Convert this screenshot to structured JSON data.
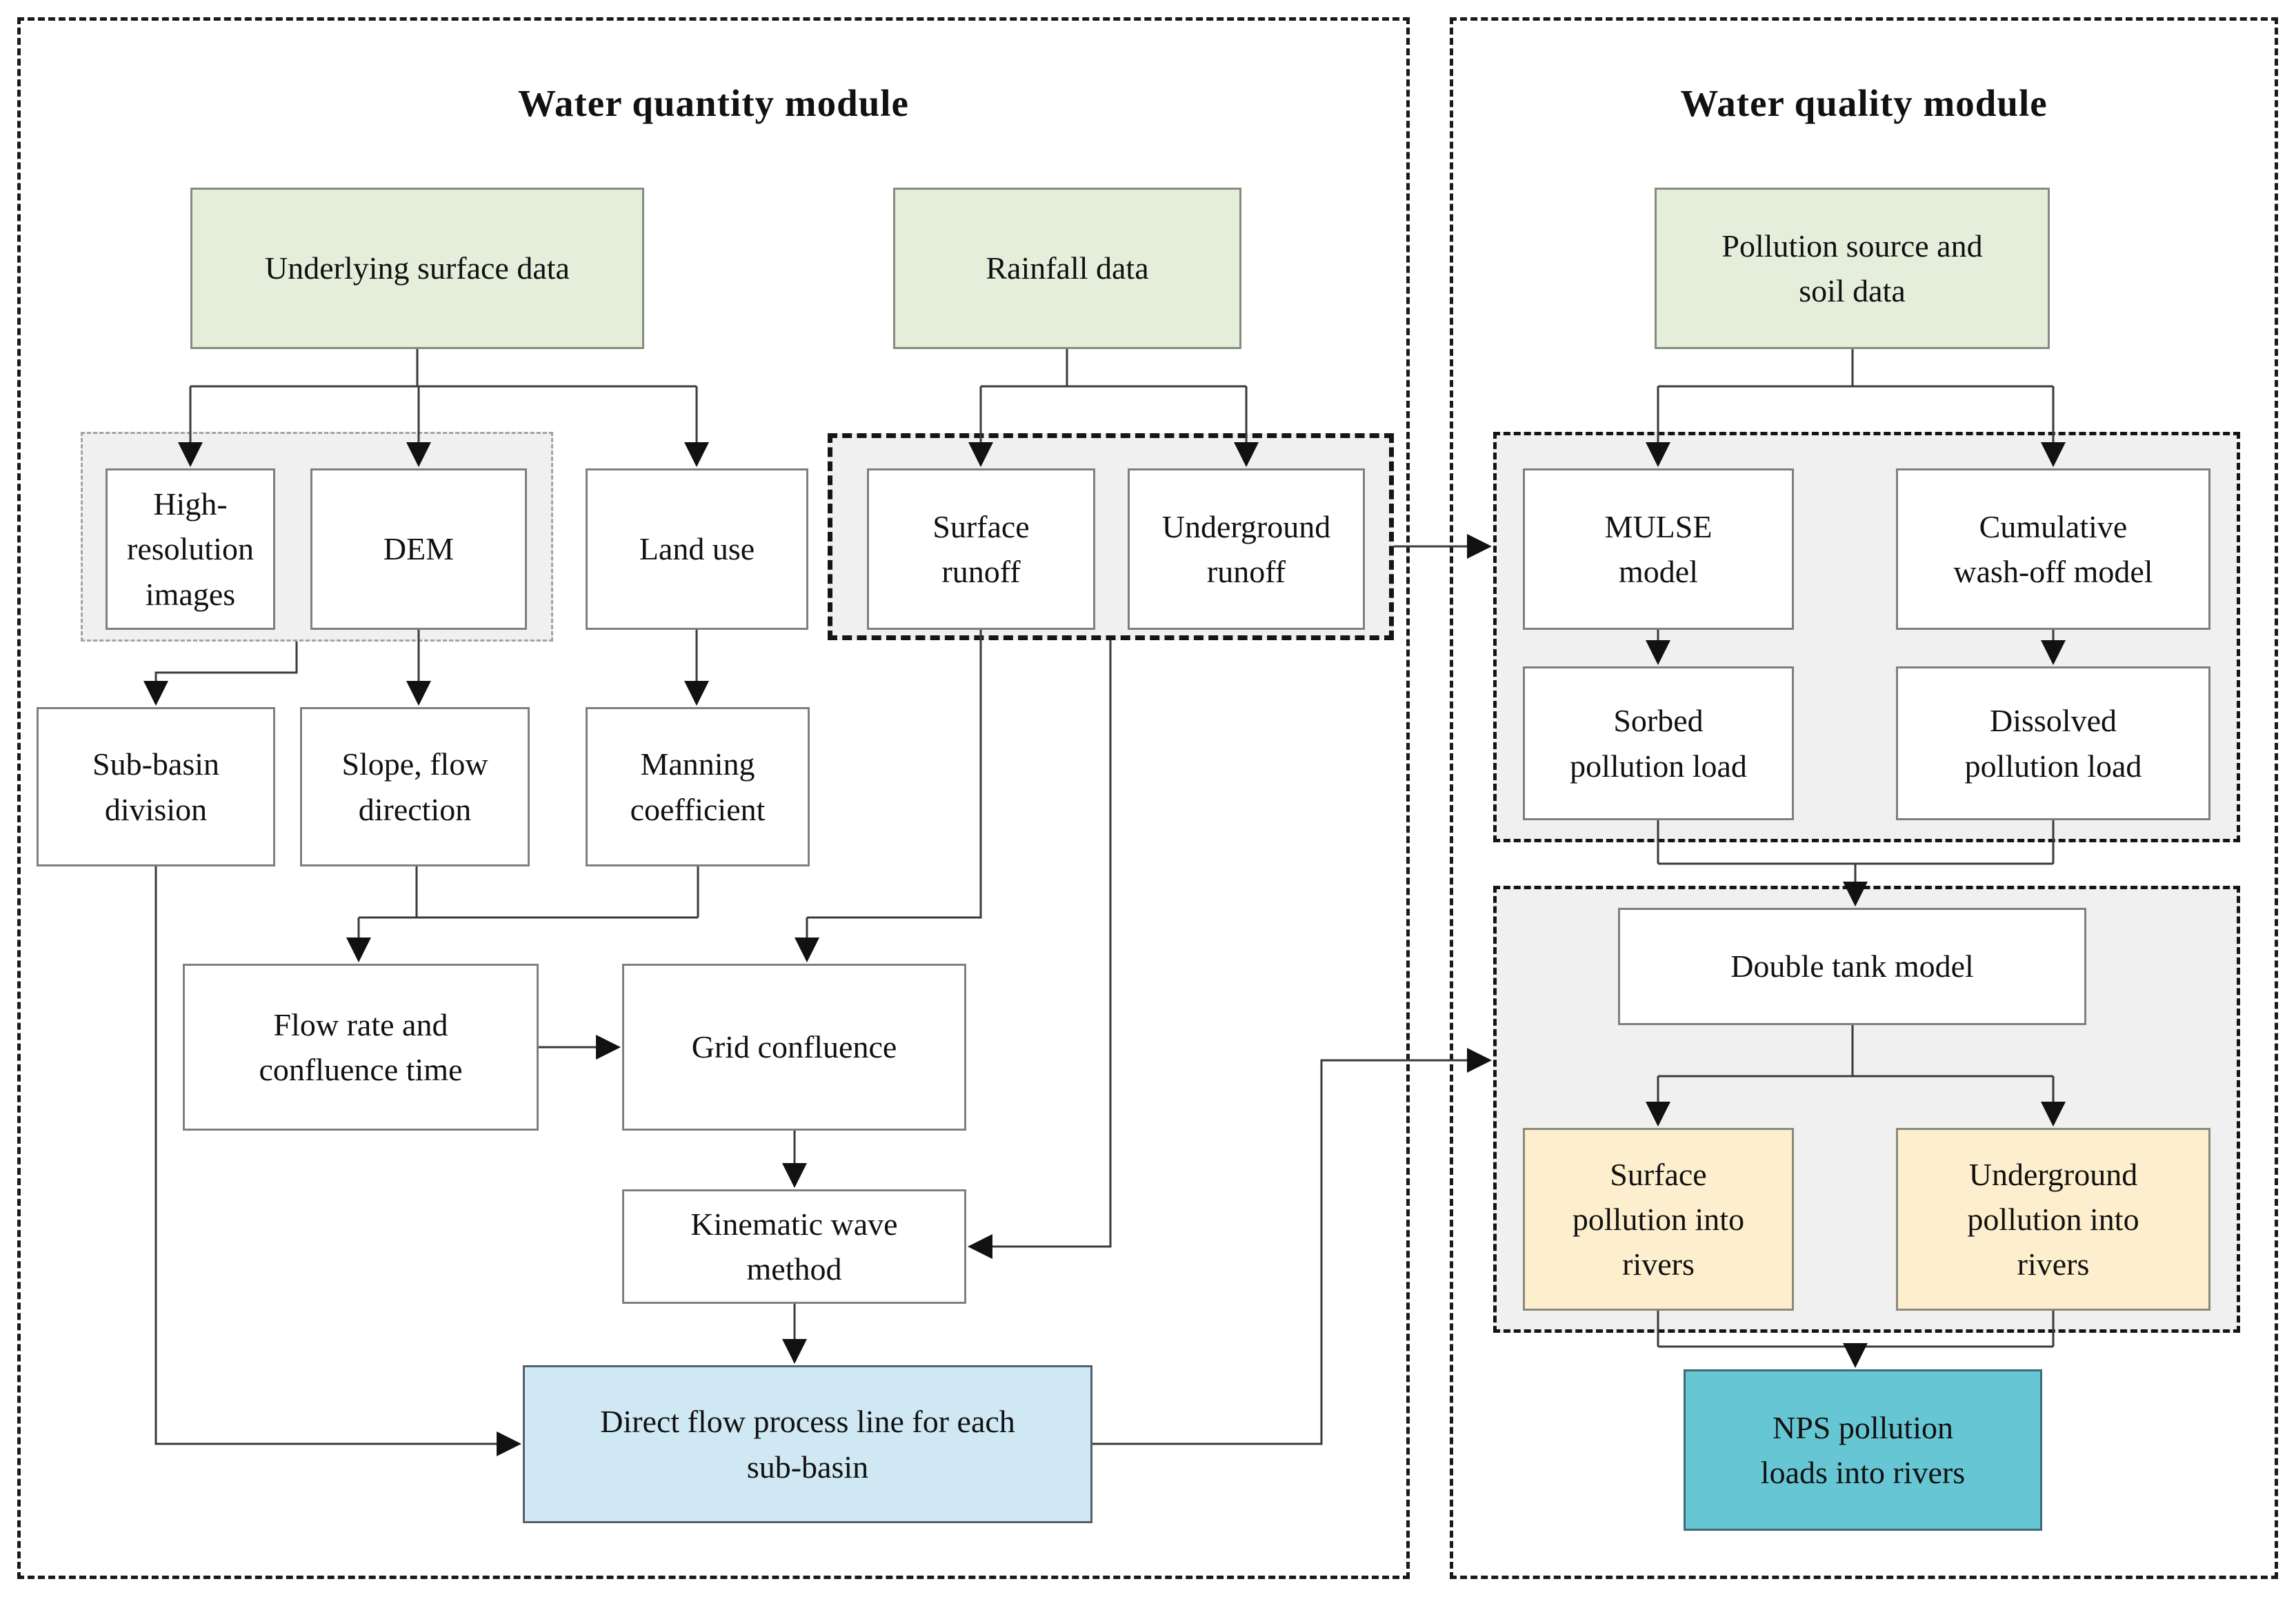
{
  "modules": {
    "quantity": {
      "title": "Water quantity module"
    },
    "quality": {
      "title": "Water quality module"
    }
  },
  "nodes": {
    "underlying_surface_data": {
      "label": "Underlying surface data",
      "type": "input"
    },
    "rainfall_data": {
      "label": "Rainfall data",
      "type": "input"
    },
    "high_resolution_images": {
      "label": "High-\nresolution\nimages",
      "type": "process"
    },
    "dem": {
      "label": "DEM",
      "type": "process"
    },
    "land_use": {
      "label": "Land use",
      "type": "process"
    },
    "surface_runoff": {
      "label": "Surface\nrunoff",
      "type": "process"
    },
    "underground_runoff": {
      "label": "Underground\nrunoff",
      "type": "process"
    },
    "sub_basin_division": {
      "label": "Sub-basin\ndivision",
      "type": "process"
    },
    "slope_flow_direction": {
      "label": "Slope, flow\ndirection",
      "type": "process"
    },
    "manning_coefficient": {
      "label": "Manning\ncoefficient",
      "type": "process"
    },
    "flow_rate_confluence": {
      "label": "Flow rate and\nconfluence time",
      "type": "process"
    },
    "grid_confluence": {
      "label": "Grid confluence",
      "type": "process"
    },
    "kinematic_wave": {
      "label": "Kinematic wave\nmethod",
      "type": "process"
    },
    "direct_flow_line": {
      "label": "Direct flow process line for each\nsub-basin",
      "type": "result"
    },
    "pollution_source_soil": {
      "label": "Pollution source and\nsoil data",
      "type": "input"
    },
    "mulse_model": {
      "label": "MULSE\nmodel",
      "type": "process"
    },
    "cumulative_washoff": {
      "label": "Cumulative\nwash-off model",
      "type": "process"
    },
    "sorbed_load": {
      "label": "Sorbed\npollution load",
      "type": "process"
    },
    "dissolved_load": {
      "label": "Dissolved\npollution load",
      "type": "process"
    },
    "double_tank_model": {
      "label": "Double tank model",
      "type": "process"
    },
    "surface_pollution": {
      "label": "Surface\npollution into\nrivers",
      "type": "pollution"
    },
    "underground_pollution": {
      "label": "Underground\npollution into\nrivers",
      "type": "pollution"
    },
    "nps_loads": {
      "label": "NPS pollution\nloads into  rivers",
      "type": "output"
    }
  },
  "palette": {
    "input_green": "#e5eedb",
    "process_white": "#ffffff",
    "result_blue": "#cfe8f3",
    "pollution_yellow": "#fdefcd",
    "output_teal": "#66c6d3",
    "group_gray": "#f0f0f0",
    "line": "#3a3a3a",
    "arrowhead": "#111111"
  }
}
